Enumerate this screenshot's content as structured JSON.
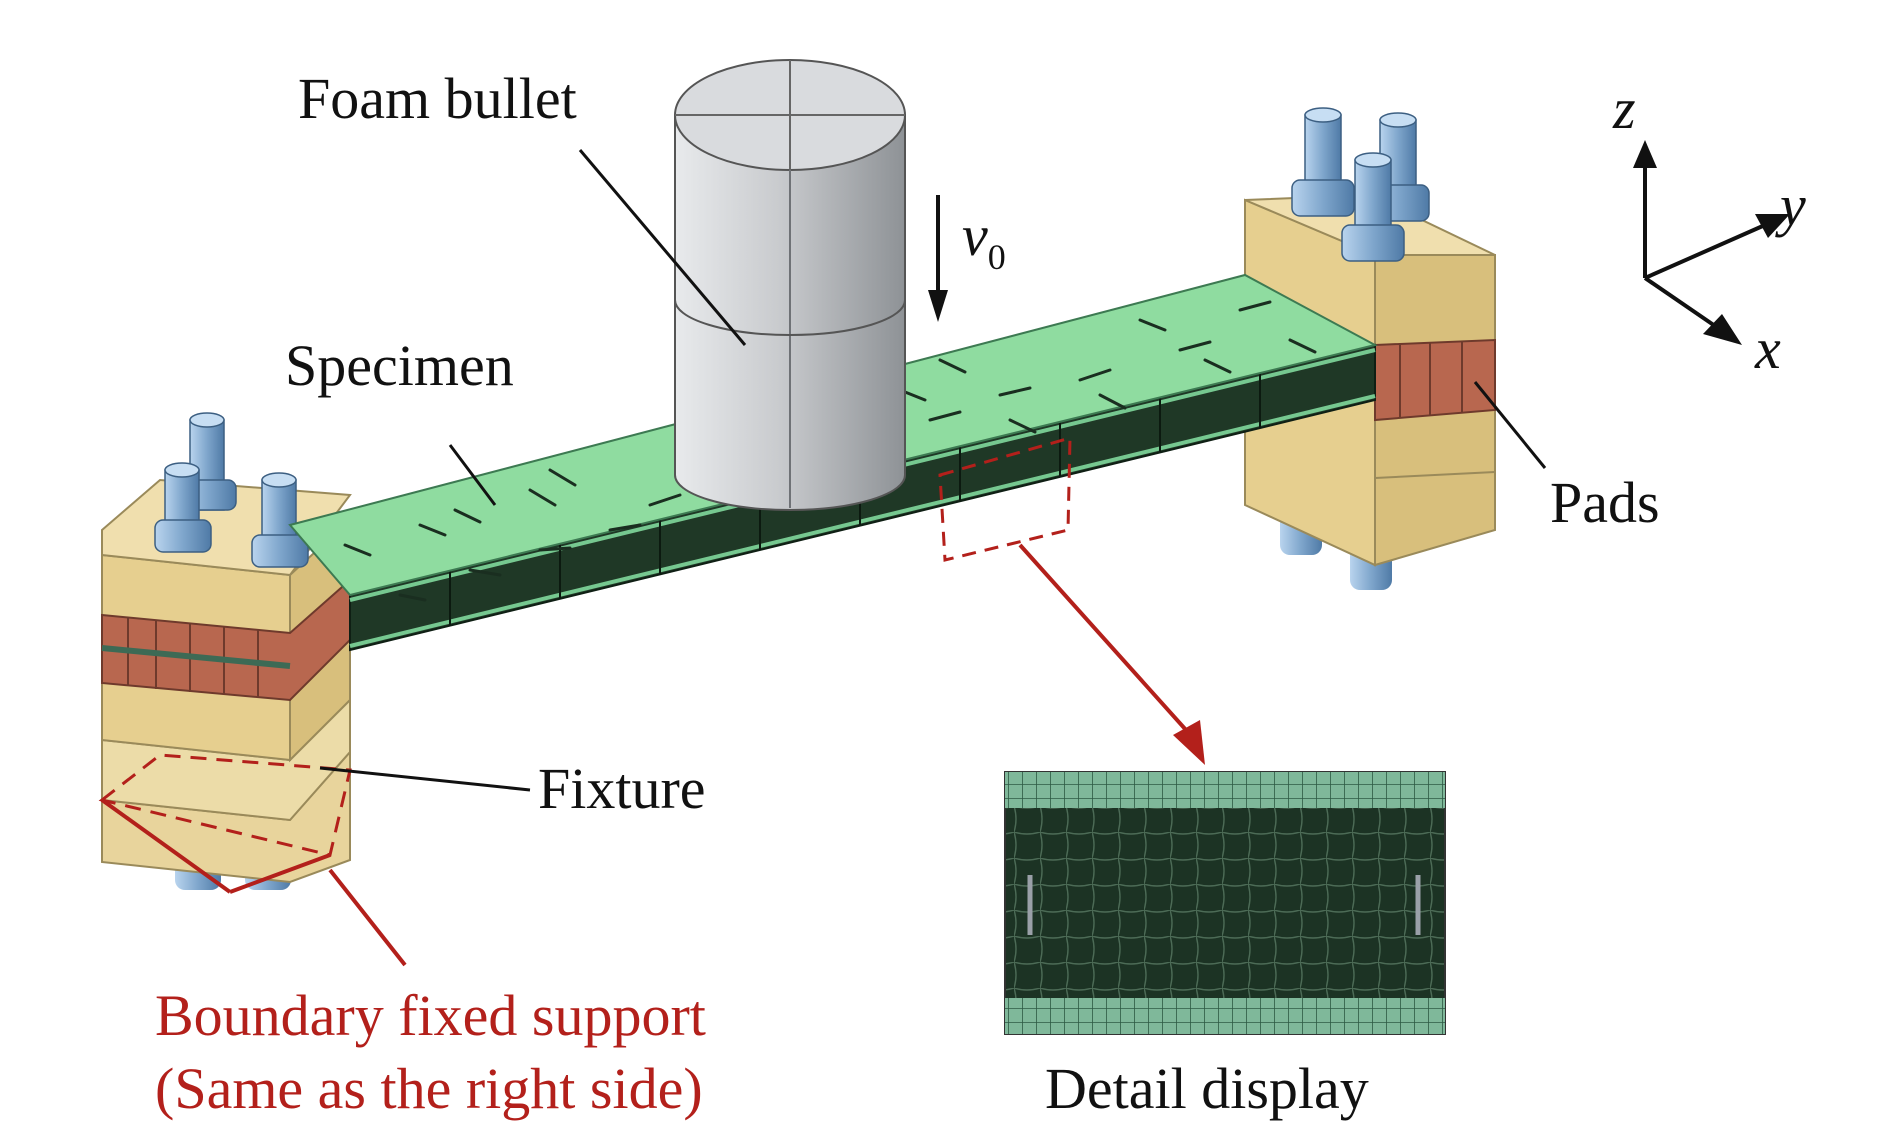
{
  "labels": {
    "foam_bullet": "Foam bullet",
    "specimen": "Specimen",
    "pads": "Pads",
    "fixture": "Fixture",
    "velocity_symbol": "v",
    "velocity_subscript": "0",
    "boundary_line1": "Boundary fixed support",
    "boundary_line2": "(Same as the right side)",
    "detail_display": "Detail display"
  },
  "axes": {
    "z": "z",
    "y": "y",
    "x": "x"
  },
  "colors": {
    "specimen_top": "#8fdca0",
    "specimen_side": "#23412b",
    "fixture": "#e9d49a",
    "pads": "#b8674f",
    "bullet": "#c7c9cc",
    "bolts": "#7fa6cc",
    "annotation_red": "#b3201b"
  }
}
